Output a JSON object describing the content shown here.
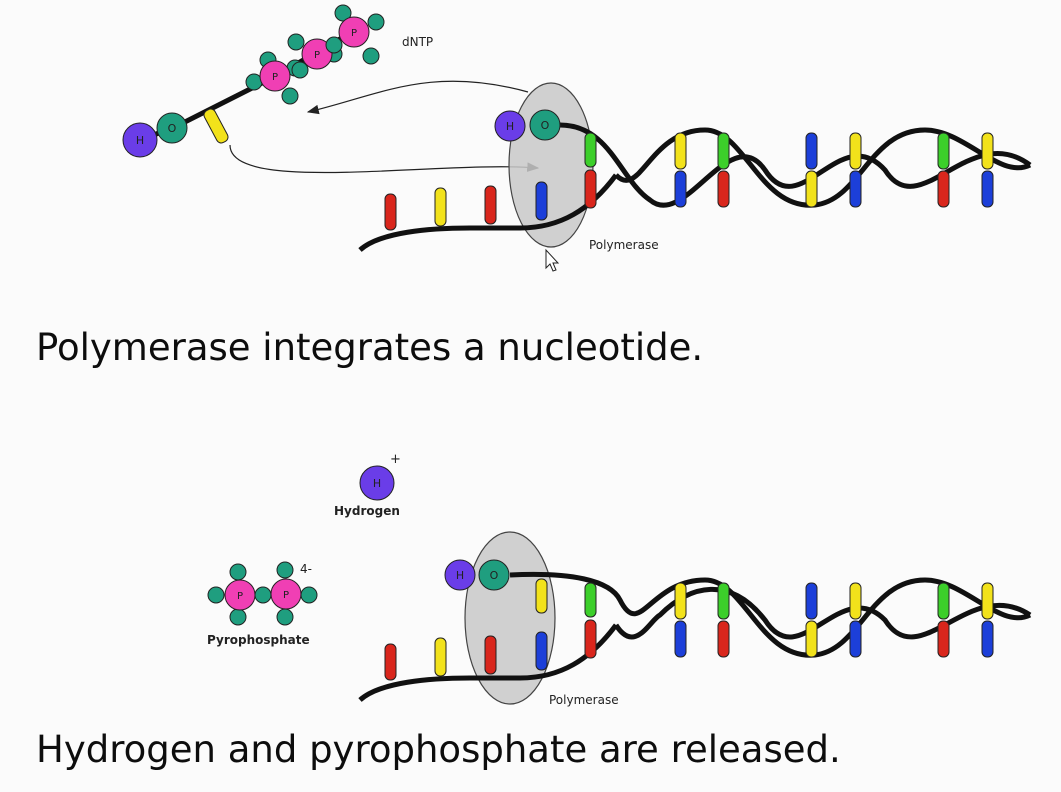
{
  "panel_top": {
    "dntp_label": "dNTP",
    "polymerase_label": "Polymerase",
    "caption": "Polymerase integrates a nucleotide."
  },
  "panel_bottom": {
    "hydrogen_label": "Hydrogen",
    "hydrogen_charge": "+",
    "pyrophosphate_label": "Pyrophosphate",
    "pyrophosphate_charge": "4-",
    "polymerase_label": "Polymerase",
    "caption": "Hydrogen and pyrophosphate are released."
  },
  "atoms": {
    "hydrogen": "H",
    "oxygen": "O",
    "phosphorus": "P"
  },
  "colors": {
    "hydrogen": "#6a3de8",
    "oxygen": "#1f9e7f",
    "phosphate": "#f03fb4",
    "polymerase": "#c8c8c8",
    "base_red": "#d9261c",
    "base_yellow": "#f2e21b",
    "base_green": "#3ccf2a",
    "base_blue": "#1c3fd9"
  }
}
